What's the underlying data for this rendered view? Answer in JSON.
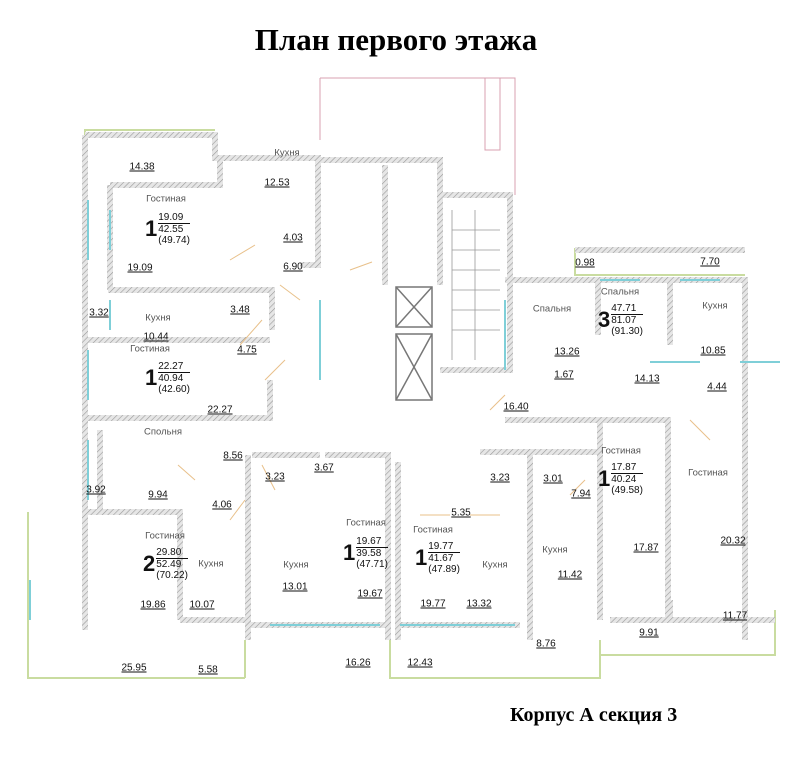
{
  "title": "План первого этажа",
  "footer": "Корпус А секция 3",
  "room_names": [
    "Кухня",
    "Гостиная",
    "Кухня",
    "Гостиная",
    "Спальня",
    "Спальня",
    "Кухня",
    "Гостиная",
    "Гостиная",
    "Спольня",
    "Гостиная",
    "Кухня",
    "Гостиная",
    "Кухня",
    "Гостиная",
    "Кухня",
    "Кухня"
  ],
  "room_areas": [
    "14.38",
    "12.53",
    "4.03",
    "19.09",
    "6.90",
    "3.32",
    "3.48",
    "10.44",
    "4.75",
    "22.27",
    "0.98",
    "7.70",
    "13.26",
    "10.85",
    "1.67",
    "14.13",
    "4.44",
    "16.40",
    "8.56",
    "3.67",
    "3.92",
    "9.94",
    "3.23",
    "4.06",
    "13.01",
    "19.67",
    "19.86",
    "10.07",
    "25.95",
    "5.58",
    "16.26",
    "3.23",
    "3.01",
    "7.94",
    "5.35",
    "11.42",
    "17.87",
    "20.32",
    "19.77",
    "13.32",
    "8.76",
    "9.91",
    "11.77",
    "12.43"
  ],
  "apartments": [
    {
      "rooms": "1",
      "living": "19.09",
      "total": "42.55",
      "total_with_balcony": "(49.74)"
    },
    {
      "rooms": "1",
      "living": "22.27",
      "total": "40.94",
      "total_with_balcony": "(42.60)"
    },
    {
      "rooms": "3",
      "living": "47.71",
      "total": "81.07",
      "total_with_balcony": "(91.30)"
    },
    {
      "rooms": "1",
      "living": "17.87",
      "total": "40.24",
      "total_with_balcony": "(49.58)"
    },
    {
      "rooms": "2",
      "living": "29.80",
      "total": "52.49",
      "total_with_balcony": "(70.22)"
    },
    {
      "rooms": "1",
      "living": "19.67",
      "total": "39.58",
      "total_with_balcony": "(47.71)"
    },
    {
      "rooms": "1",
      "living": "19.77",
      "total": "41.67",
      "total_with_balcony": "(47.89)"
    }
  ],
  "colors": {
    "wall": "#a8a8a8",
    "window": "#7fcfd8",
    "door": "#e8c08a",
    "balcony": "#c9dca0",
    "outline": "#d9a0b0"
  }
}
